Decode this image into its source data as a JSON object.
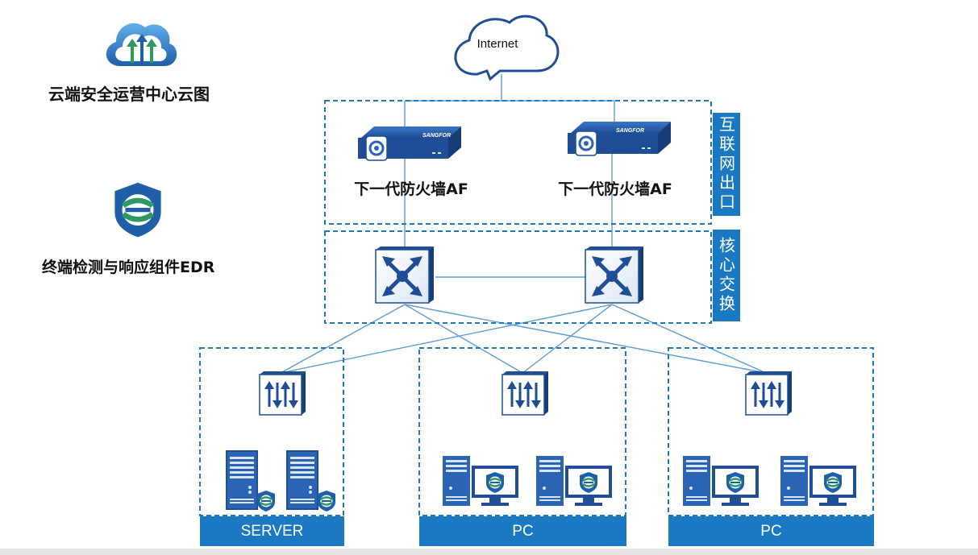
{
  "legend": {
    "cloud_label": "云端安全运营中心云图",
    "edr_label": "终端检测与响应组件EDR"
  },
  "internet": {
    "label": "Internet"
  },
  "zones": {
    "internet_exit": "互联网出口",
    "core_switch": "核心交换"
  },
  "firewalls": [
    {
      "label": "下一代防火墙AF",
      "brand": "SANGFOR"
    },
    {
      "label": "下一代防火墙AF",
      "brand": "SANGFOR"
    }
  ],
  "groups": [
    {
      "label": "SERVER"
    },
    {
      "label": "PC"
    },
    {
      "label": "PC"
    }
  ],
  "colors": {
    "accent": "#1b78c2",
    "dark_blue": "#1f4e96",
    "line": "#5b9bd5"
  }
}
